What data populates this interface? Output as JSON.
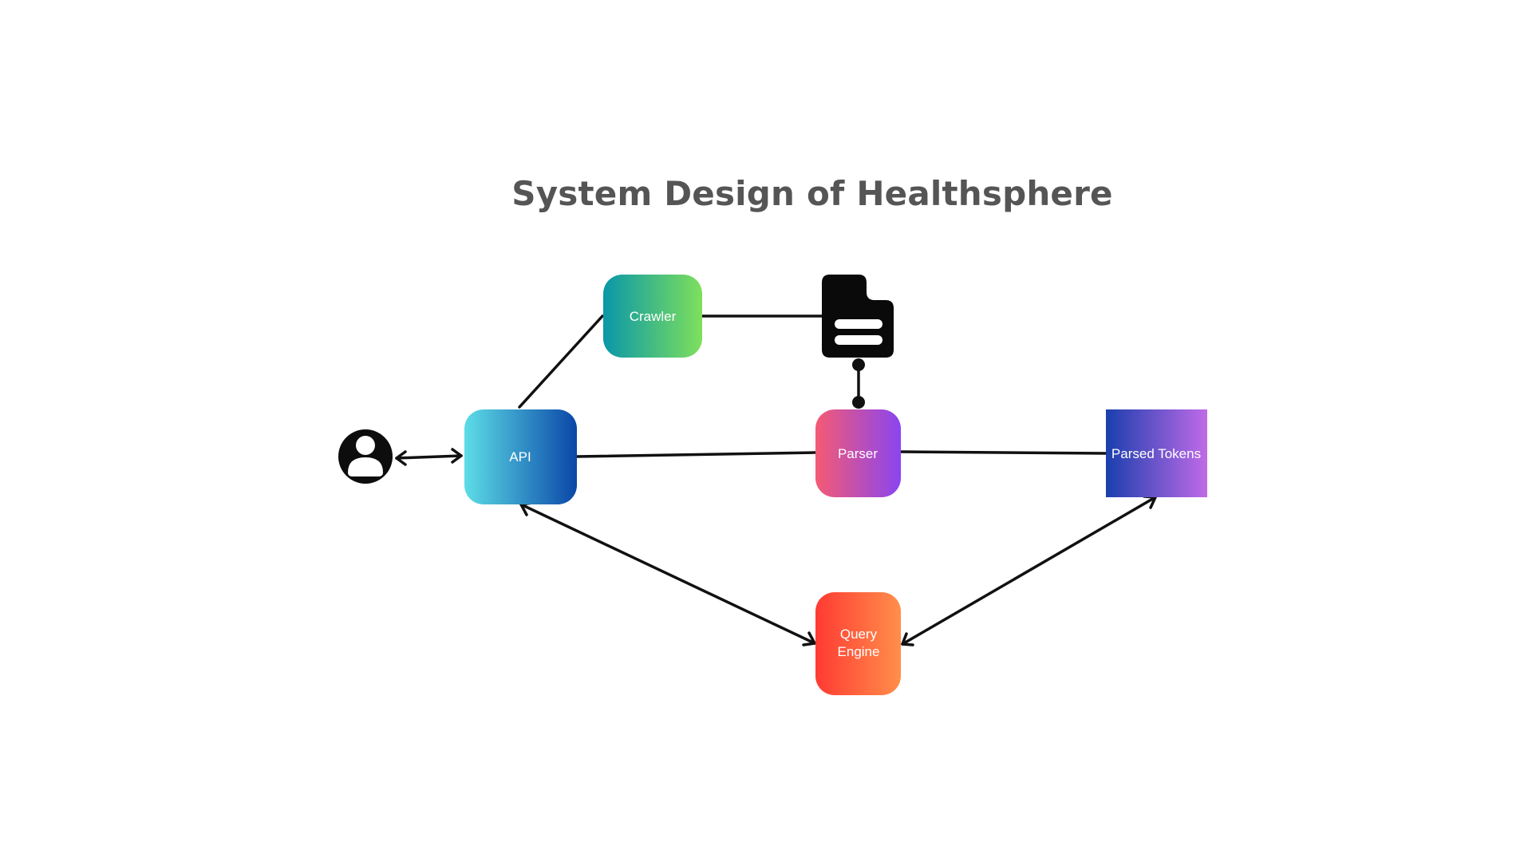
{
  "title": "System Design of Healthsphere",
  "nodes": {
    "user": {
      "icon": "user-icon"
    },
    "api": {
      "label": "API",
      "gradient": [
        "#5ddde6",
        "#0a47a8"
      ]
    },
    "crawler": {
      "label": "Crawler",
      "gradient": [
        "#0a97a8",
        "#7ee05c"
      ]
    },
    "document": {
      "icon": "document-icon"
    },
    "parser": {
      "label": "Parser",
      "gradient": [
        "#f55a73",
        "#8a45f0"
      ]
    },
    "parsed_tokens": {
      "label": "Parsed Tokens",
      "gradient": [
        "#1a3fae",
        "#c06ae8"
      ]
    },
    "query_engine": {
      "label_lines": [
        "Query",
        "Engine"
      ],
      "gradient": [
        "#ff3a33",
        "#ff8f4a"
      ]
    }
  },
  "edges": [
    {
      "from": "user",
      "to": "api",
      "style": "bidirectional-arrow"
    },
    {
      "from": "api",
      "to": "crawler",
      "style": "line"
    },
    {
      "from": "crawler",
      "to": "document",
      "style": "line"
    },
    {
      "from": "document",
      "to": "parser",
      "style": "dot-connector"
    },
    {
      "from": "api",
      "to": "parser",
      "style": "line"
    },
    {
      "from": "parser",
      "to": "parsed_tokens",
      "style": "line"
    },
    {
      "from": "api",
      "to": "query_engine",
      "style": "bidirectional-arrow"
    },
    {
      "from": "query_engine",
      "to": "parsed_tokens",
      "style": "bidirectional-arrow"
    }
  ]
}
